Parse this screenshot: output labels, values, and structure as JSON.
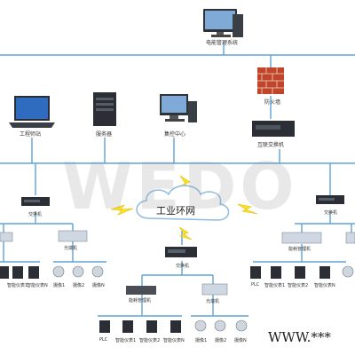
{
  "watermark": "WEDO",
  "website": "WWW.***",
  "labels": {
    "mgmt_system": "电能管理系统",
    "engineer_station": "工程师站",
    "server": "服务器",
    "control_center": "集控中心",
    "firewall": "防火墙",
    "interconnect_switch": "互联交换机",
    "network": "工业环网",
    "switch_left": "交换机",
    "switch_right": "交换机",
    "switch_mid": "交换机",
    "fiber_transceiver": "光端机",
    "mgmt_machine": "能耗管理机",
    "plc": "PLC",
    "meter1": "智能仪表1",
    "meter2": "智能仪表2",
    "meter_n": "智能仪表N",
    "camera1": "摄像1",
    "camera2": "摄像2",
    "camera_n": "摄像N"
  },
  "colors": {
    "line": "#5fa3d6",
    "lightning": "#ffe21a",
    "firewall": "#c0452a",
    "device": "#4a4f57"
  }
}
